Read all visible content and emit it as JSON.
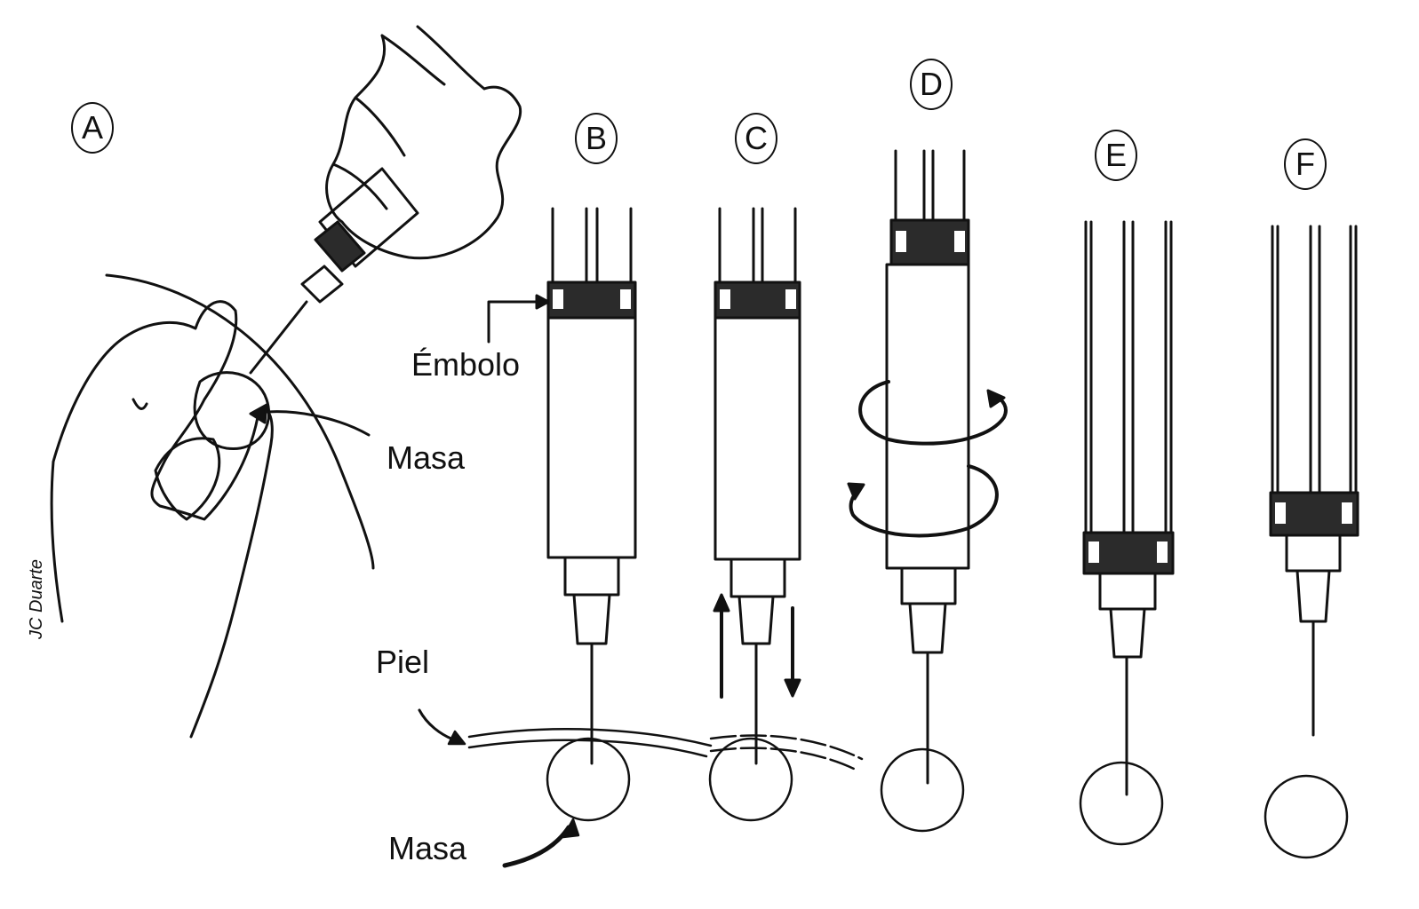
{
  "labels": {
    "embolo": "Émbolo",
    "masa_top": "Masa",
    "piel": "Piel",
    "masa_bottom": "Masa"
  },
  "panels": [
    {
      "letter": "A"
    },
    {
      "letter": "B"
    },
    {
      "letter": "C"
    },
    {
      "letter": "D"
    },
    {
      "letter": "E"
    },
    {
      "letter": "F"
    }
  ],
  "signature": "JC Duarte",
  "colors": {
    "ink": "#111111",
    "dark_fill": "#2b2b2b",
    "background": "#ffffff"
  }
}
